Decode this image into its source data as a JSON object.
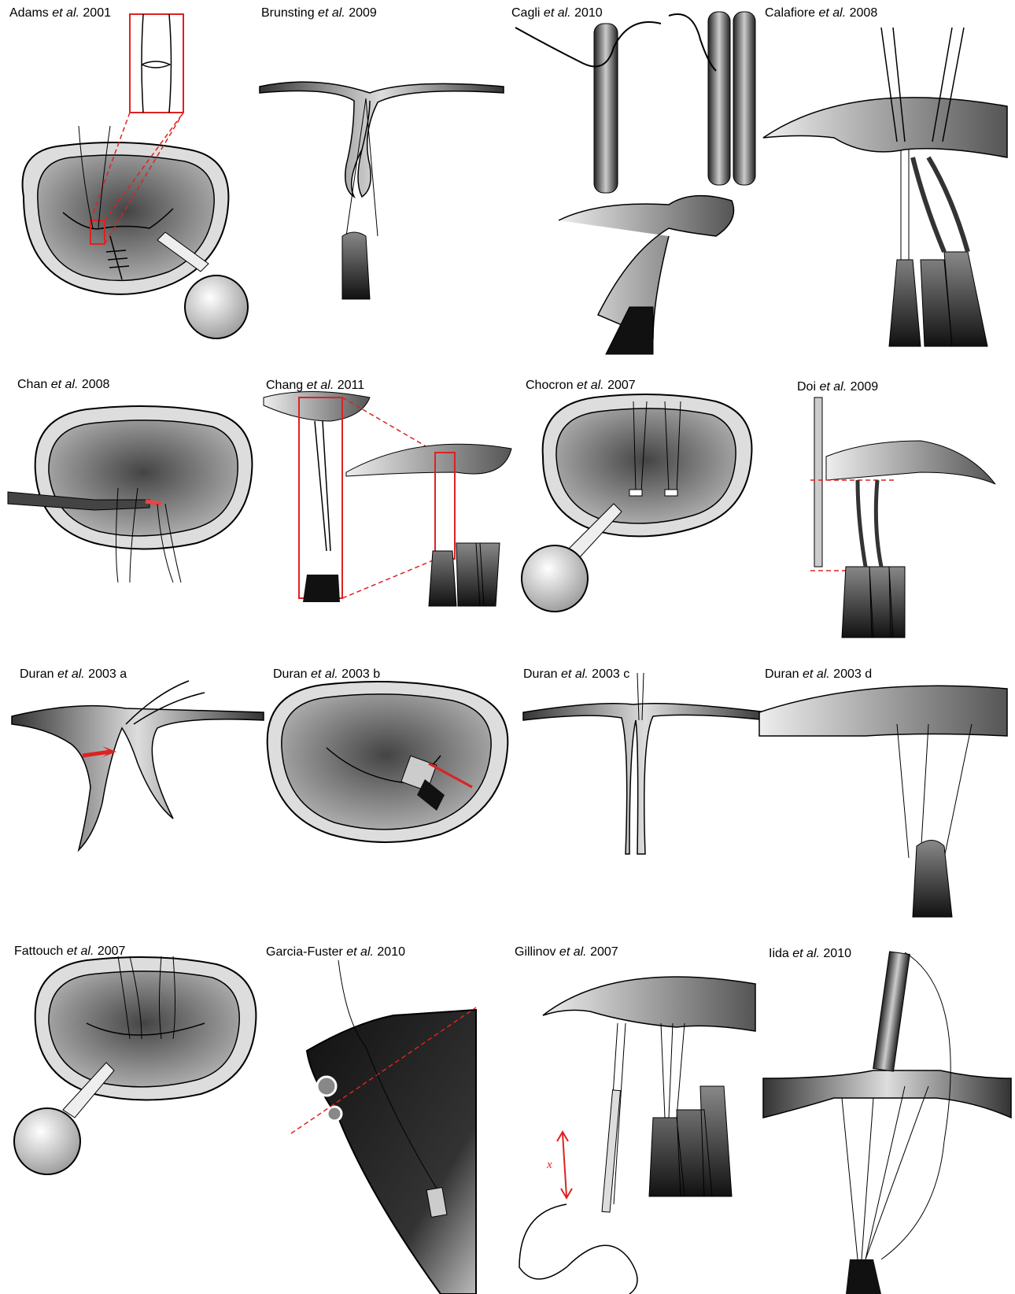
{
  "panels": [
    {
      "id": "adams",
      "author": "Adams",
      "etal": "et al.",
      "year": "2001"
    },
    {
      "id": "brunsting",
      "author": "Brunsting",
      "etal": "et al.",
      "year": "2009"
    },
    {
      "id": "cagli",
      "author": "Cagli",
      "etal": "et al.",
      "year": "2010"
    },
    {
      "id": "calafiore",
      "author": "Calafiore",
      "etal": "et al.",
      "year": "2008"
    },
    {
      "id": "chan",
      "author": "Chan",
      "etal": "et al.",
      "year": "2008"
    },
    {
      "id": "chang",
      "author": "Chang",
      "etal": "et al.",
      "year": "2011"
    },
    {
      "id": "chocron",
      "author": "Chocron",
      "etal": "et al.",
      "year": "2007"
    },
    {
      "id": "doi",
      "author": "Doi",
      "etal": "et al.",
      "year": "2009"
    },
    {
      "id": "duran-a",
      "author": "Duran",
      "etal": "et al.",
      "year": "2003 a"
    },
    {
      "id": "duran-b",
      "author": "Duran",
      "etal": "et al.",
      "year": "2003 b"
    },
    {
      "id": "duran-c",
      "author": "Duran",
      "etal": "et al.",
      "year": "2003 c"
    },
    {
      "id": "duran-d",
      "author": "Duran",
      "etal": "et al.",
      "year": "2003 d"
    },
    {
      "id": "fattouch",
      "author": "Fattouch",
      "etal": "et al.",
      "year": "2007"
    },
    {
      "id": "garcia-fuster",
      "author": "Garcia-Fuster",
      "etal": "et al.",
      "year": "2010"
    },
    {
      "id": "gillinov",
      "author": "Gillinov",
      "etal": "et al.",
      "year": "2007"
    },
    {
      "id": "iida",
      "author": "Iida",
      "etal": "et al.",
      "year": "2010"
    }
  ],
  "gillinov_measure_label": "x"
}
